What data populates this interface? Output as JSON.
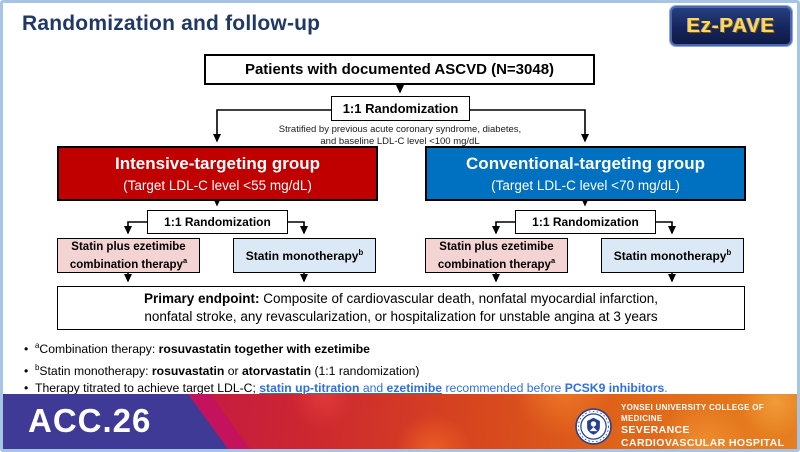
{
  "slide": {
    "title": "Randomization and follow-up",
    "brand_logo": "Ez-PAVE"
  },
  "flow": {
    "patients": "Patients with documented ASCVD (N=3048)",
    "randomization": "1:1 Randomization",
    "strat1": "Stratified by previous acute coronary syndrome, diabetes,",
    "strat2": "and baseline LDL-C level <100 mg/dL",
    "groups": [
      {
        "name": "Intensive-targeting group",
        "target": "(Target LDL-C level <55 mg/dL)"
      },
      {
        "name": "Conventional-targeting group",
        "target": "(Target LDL-C level <70 mg/dL)"
      }
    ],
    "sub_randomization": "1:1 Randomization",
    "combo1": "Statin plus ezetimibe",
    "combo2": "combination therapy",
    "combo_sup": "a",
    "mono": "Statin monotherapy",
    "mono_sup": "b",
    "endpoint_label": "Primary endpoint:",
    "endpoint_rest": " Composite of cardiovascular death, nonfatal myocardial infarction,",
    "endpoint_line2": "nonfatal stroke, any revascularization, or hospitalization for unstable angina at 3 years"
  },
  "notes": {
    "bullet": "•",
    "n1": {
      "sup": "a",
      "pre": "Combination therapy: ",
      "bold": "rosuvastatin together with ezetimibe"
    },
    "n2": {
      "sup": "b",
      "pre": "Statin monotherapy: ",
      "bold1": "rosuvastatin",
      "mid": " or ",
      "bold2": "atorvastatin",
      "tail": " (1:1 randomization)"
    },
    "n3": {
      "pre": "Therapy titrated to achieve target LDL-C; ",
      "link1": "statin up-titration",
      "linkmid": " and ",
      "link2": "ezetimibe",
      "mid": " recommended before ",
      "strong": "PCSK9 inhibitors",
      "end": "."
    }
  },
  "footer": {
    "congress": "ACC.26",
    "affiliation1": "YONSEI UNIVERSITY COLLEGE OF MEDICINE",
    "affiliation2": "SEVERANCE CARDIOVASCULAR HOSPITAL"
  },
  "colors": {
    "title_navy": "#1F3864",
    "intensive_red": "#C00000",
    "conventional_blue": "#0070C0",
    "combo_pink": "#F4D3D3",
    "mono_lightblue": "#DBE9F6",
    "link_blue": "#2E6FE3",
    "footer_purple": "#3F3A96",
    "footer_magenta": "#C4125C",
    "slide_border": "#A7C4E4",
    "logo_navy": "#16255C",
    "logo_yellow": "#FFD75E"
  }
}
